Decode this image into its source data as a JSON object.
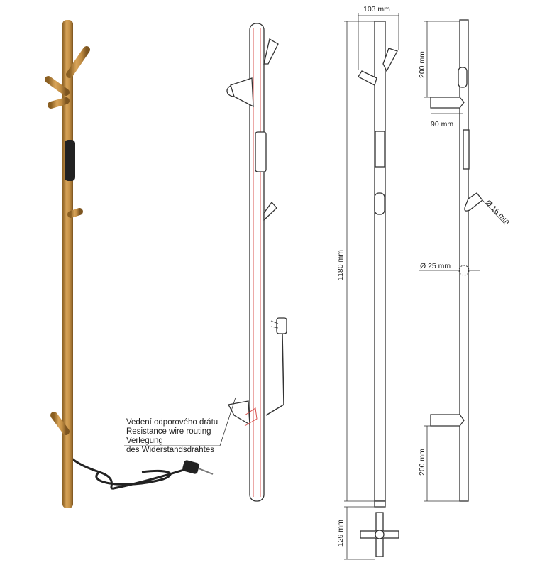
{
  "callout": {
    "line1": "Vedení odporového drátu",
    "line2": "Resistance wire routing",
    "line3": "Verlegung",
    "line4": "des Widerstandsdrahtes"
  },
  "dimensions": {
    "hook_span": "103 mm",
    "total_height": "1180 mm",
    "base_width": "129 mm",
    "top_hook_offset": "200 mm",
    "hook_depth": "90 mm",
    "hook_diameter": "Ø 16 mm",
    "pole_diameter": "Ø 25 mm",
    "bottom_hook_offset": "200 mm"
  },
  "colors": {
    "gold": "#b8893e",
    "wire": "#d9534f",
    "line": "#333333"
  }
}
